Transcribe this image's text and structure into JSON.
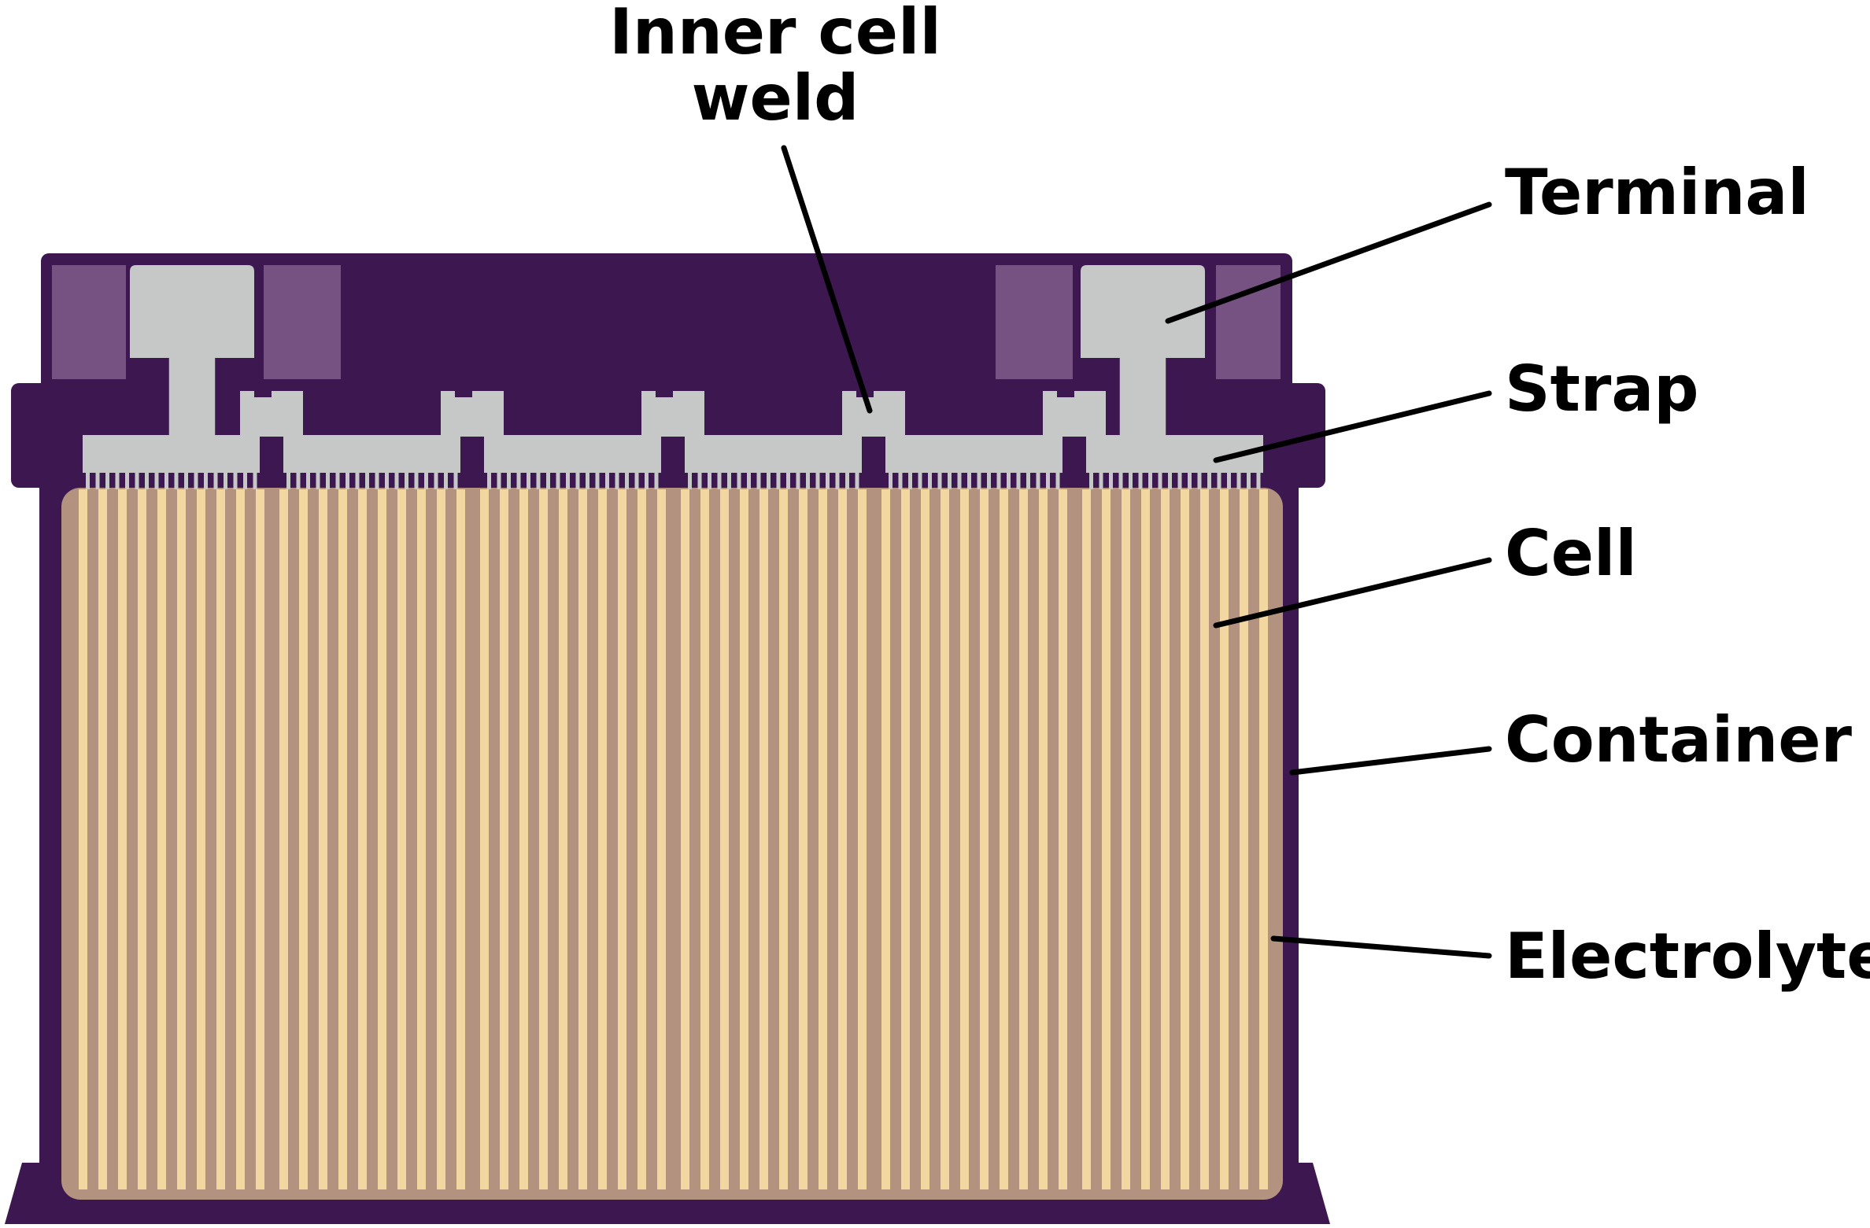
{
  "labels": {
    "inner_cell_weld_line1": "Inner cell",
    "inner_cell_weld_line2": "weld",
    "terminal": "Terminal",
    "strap": "Strap",
    "cell": "Cell",
    "container": "Container",
    "electrolyte": "Electrolyte"
  },
  "colors": {
    "container": "#3d1850",
    "terminal_recess": "#765282",
    "metal": "#c6c7c7",
    "electrolyte": "#b3937f",
    "plate": "#f2d7a0",
    "leader": "#000000",
    "text": "#000000"
  },
  "icons": {
    "battery": "battery-cutaway-icon"
  }
}
